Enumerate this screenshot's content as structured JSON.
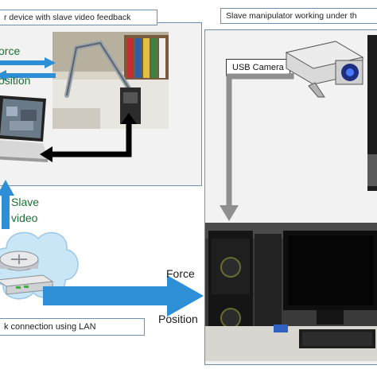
{
  "master_panel": {
    "title": "r device with slave video feedback",
    "force_label": "orce",
    "position_label": "osition"
  },
  "slave_panel": {
    "title": "Slave manipulator working under th",
    "camera_label": "USB Camera"
  },
  "video_link": {
    "line1": "Slave",
    "line2": "video"
  },
  "network": {
    "caption": "k connection using LAN",
    "force_label": "Force",
    "position_label": "Position"
  },
  "colors": {
    "panel_fill": "#f2f2f2",
    "panel_border": "#6f8fae",
    "arrow_blue": "#2e8fd6",
    "cloud": "#c9e6f7",
    "label_green": "#1e6f35"
  }
}
